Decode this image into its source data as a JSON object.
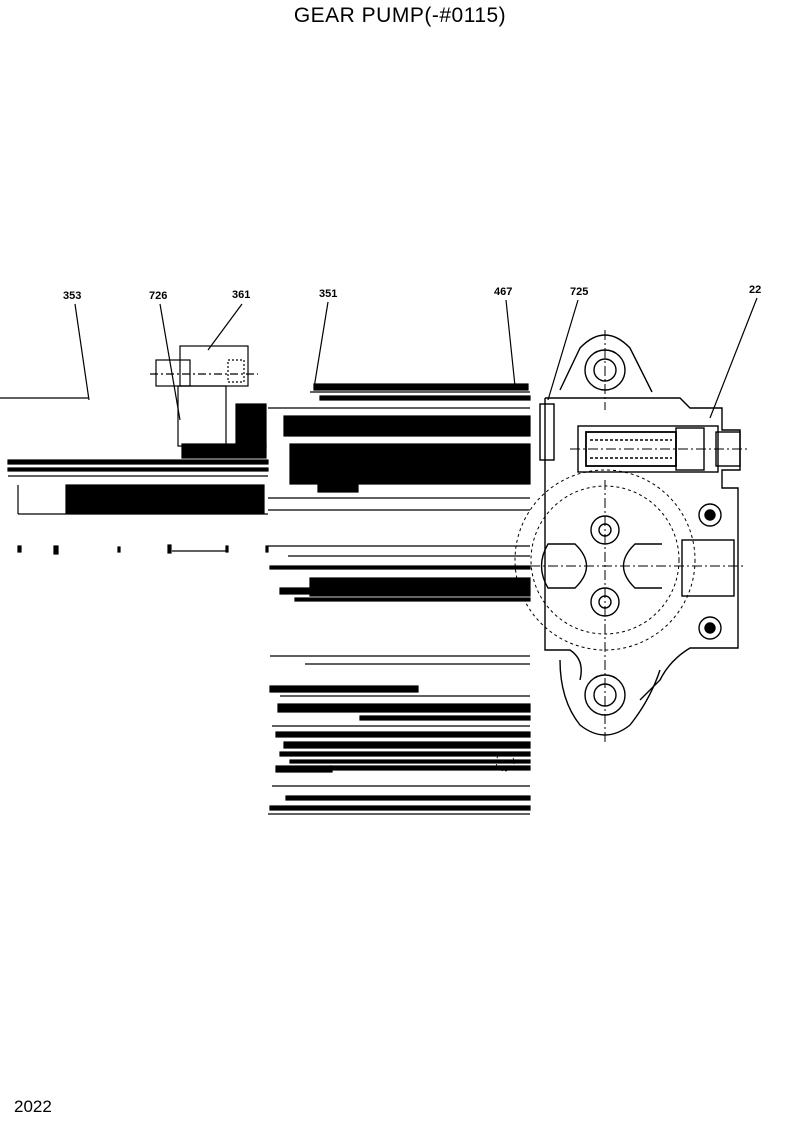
{
  "title": "GEAR PUMP(-#0115)",
  "page_number": "2022",
  "callouts": [
    {
      "id": "c353",
      "label": "353"
    },
    {
      "id": "c726a",
      "label": "726"
    },
    {
      "id": "c361",
      "label": "361"
    },
    {
      "id": "c351",
      "label": "351"
    },
    {
      "id": "c467",
      "label": "467"
    },
    {
      "id": "c725",
      "label": "725"
    },
    {
      "id": "c22",
      "label": "22"
    }
  ]
}
